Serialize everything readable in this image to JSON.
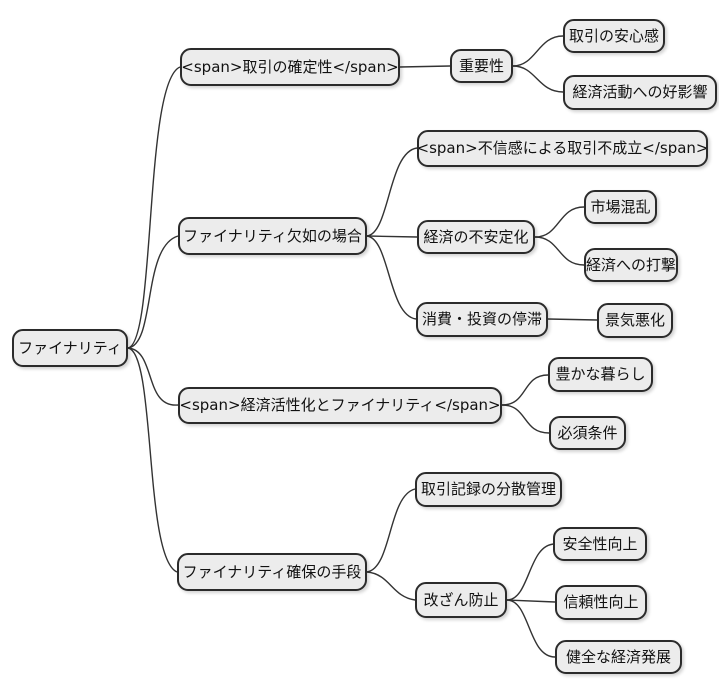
{
  "theme": {
    "background": "#ffffff",
    "node_fill": "#ececec",
    "node_border": "#2b2b2b",
    "edge_color": "#333333",
    "text_color": "#111111"
  },
  "mindmap": {
    "root": {
      "label": "ファイナリティ"
    },
    "branches": [
      {
        "label": "<span>取引の確定性</span>",
        "children": [
          {
            "label": "重要性",
            "children": [
              {
                "label": "取引の安心感"
              },
              {
                "label": "経済活動への好影響"
              }
            ]
          }
        ]
      },
      {
        "label": "ファイナリティ欠如の場合",
        "children": [
          {
            "label": "<span>不信感による取引不成立</span>"
          },
          {
            "label": "経済の不安定化",
            "children": [
              {
                "label": "市場混乱"
              },
              {
                "label": "経済への打撃"
              }
            ]
          },
          {
            "label": "消費・投資の停滞",
            "children": [
              {
                "label": "景気悪化"
              }
            ]
          }
        ]
      },
      {
        "label": "<span>経済活性化とファイナリティ</span>",
        "children": [
          {
            "label": "豊かな暮らし"
          },
          {
            "label": "必須条件"
          }
        ]
      },
      {
        "label": "ファイナリティ確保の手段",
        "children": [
          {
            "label": "取引記録の分散管理"
          },
          {
            "label": "改ざん防止",
            "children": [
              {
                "label": "安全性向上"
              },
              {
                "label": "信頼性向上"
              },
              {
                "label": "健全な経済発展"
              }
            ]
          }
        ]
      }
    ]
  }
}
